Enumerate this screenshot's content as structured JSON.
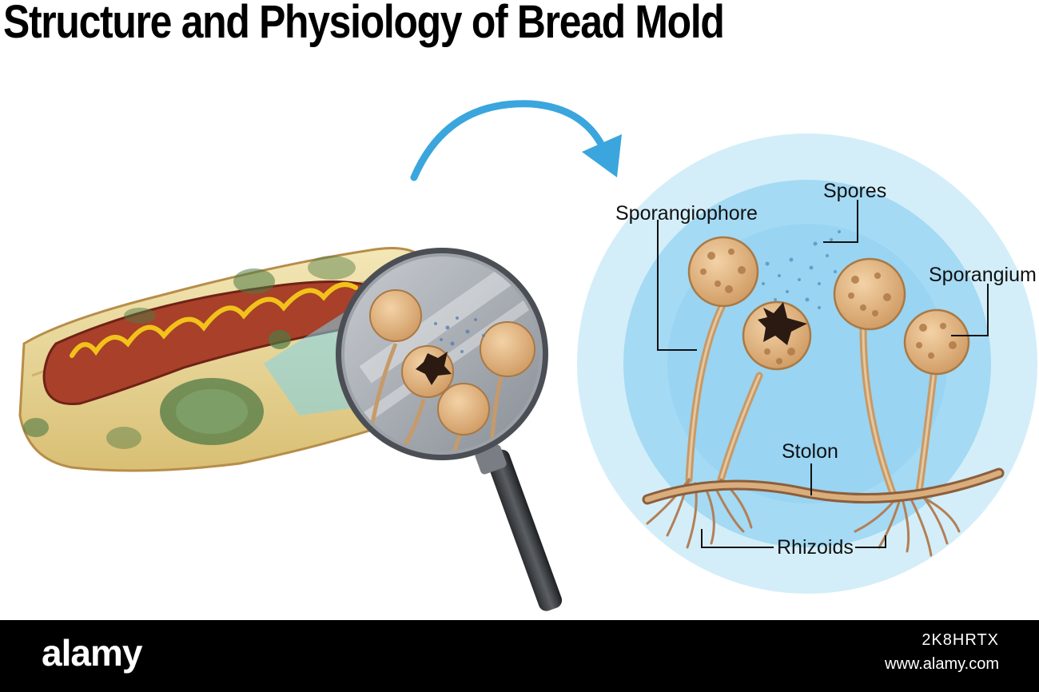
{
  "title": "Structure and Physiology of Bread Mold",
  "labels": {
    "sporangiophore": "Sporangiophore",
    "spores": "Spores",
    "sporangium": "Sporangium",
    "stolon": "Stolon",
    "rhizoids": "Rhizoids"
  },
  "footer": {
    "brand": "alamy",
    "image_id": "2K8HRTX",
    "site": "www.alamy.com"
  },
  "colors": {
    "arrow": "#3aa6dd",
    "circle_outer": "#d3eef9",
    "circle_inner": "#a4daf3",
    "fungus": "#d9ae7c",
    "stalk": "#c69a6a",
    "hyphae": "#b37f56",
    "sausage": "#a8402a",
    "mustard": "#f2c21a",
    "mold_green": "#4f7a44"
  },
  "icons": [
    "curved-arrow-icon",
    "magnifying-glass-icon",
    "hotdog-icon",
    "bread-mold-icon"
  ]
}
